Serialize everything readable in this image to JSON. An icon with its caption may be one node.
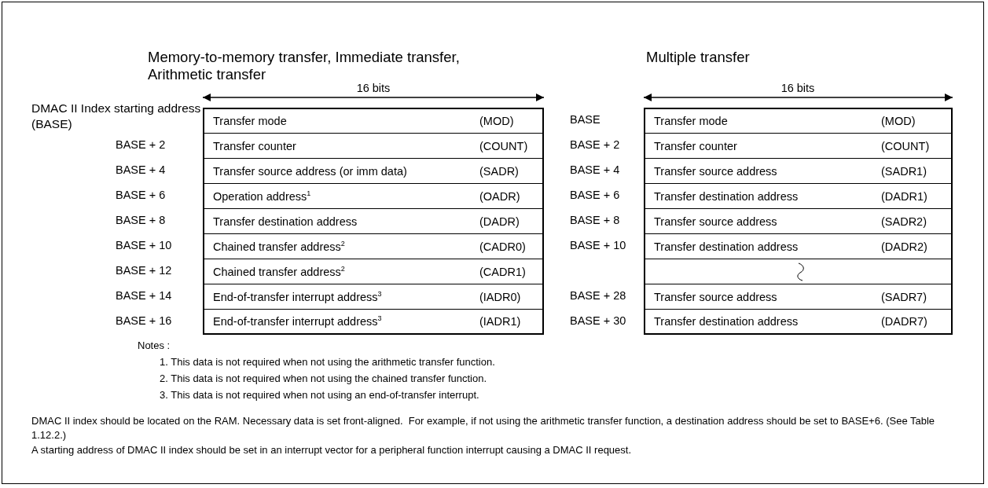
{
  "diagram": {
    "nodes": [
      {
        "text": [
          "Transfer mode",
          "(MOD)"
        ],
        "beside": [
          "DMAC II Index starting address (BASE)"
        ]
      },
      {
        "text": [
          "Transfer counter",
          "(COUNT)"
        ],
        "beside": [
          "BASE + 2"
        ]
      },
      {
        "text": [
          "Transfer source address (or imm data)",
          "(SADR)"
        ],
        "beside": [
          "BASE + 4"
        ]
      },
      {
        "text": [
          "Operation address$^{1}$",
          "(OADR)"
        ],
        "beside": [
          "BASE + 6"
        ]
      },
      {
        "text": [
          "Transfer destination address",
          "(DADR)"
        ],
        "beside": [
          "BASE + 8"
        ]
      },
      {
        "text": [
          "Chained transfer address$^{2}$",
          "(CADR0)"
        ],
        "beside": [
          "BASE + 10"
        ]
      },
      {
        "text": [
          "Chained transfer address$^{2}$",
          "(CADR1)"
        ],
        "beside": [
          "BASE + 12"
        ]
      },
      {
        "text": [
          "End-of-transfer interrupt address$^{3}$",
          "(IADR0)"
        ],
        "beside": [
          "BASE + 14"
        ]
      },
      {
        "text": [
          "End-of-transfer interrupt address$^{3}$",
          "(IADR1)"
        ],
        "beside": [
          "BASE + 16"
        ]
      },
      {
        "text": [
          "Transfer mode",
          "(MOD)"
        ],
        "beside": [
          "BASE"
        ]
      },
      {
        "text": [
          "Transfer counter",
          "(COUNT)"
        ],
        "beside": [
          "BASE + 2"
        ]
      },
      {
        "text": [
          "Transfer source address",
          "(SADR1)"
        ],
        "beside": [
          "BASE + 4"
        ]
      },
      {
        "text": [
          "Transfer destination address",
          "(DADR1)"
        ],
        "beside": [
          "BASE + 6"
        ]
      },
      {
        "text": [
          "Transfer source address",
          "(SADR2)"
        ],
        "beside": [
          "BASE + 8"
        ]
      },
      {
        "text": [
          "Transfer destination address",
          "(DADR2)"
        ],
        "beside": [
          "BASE + 10"
        ]
      },
      {
        "text": [],
        "shape": "box"
      },
      {
        "text": [
          "Transfer source address",
          "(SADR7)"
        ],
        "beside": [
          "BASE + 28"
        ]
      },
      {
        "text": [
          "Transfer destination address",
          "(DADR7)"
        ],
        "beside": [
          "BASE + 30"
        ]
      }
    ],
    "edges": [],
    "labels": [
      "Memory-to-memory transfer, Immediate transfer, Arithmetic transfer",
      "Multiple transfer",
      "16 bits",
      "16 bits",
      "Notes :",
      "1. This data is not required when not using the arithmetic transfer function.",
      "2. This data is not required when not using the chained transfer function.",
      "3. This data is not required when not using an end-of-transfer interrupt.",
      "DMAC II index should be located on the RAM. Necessary data is set front-aligned.  For example, if not using the arithmetic transfer function, a destination address should be set to BASE+6. (See Table 1.12.2.)",
      "A starting address of DMAC II index should be set in an interrupt vector for a peripheral function interrupt causing a DMAC II request."
    ]
  }
}
